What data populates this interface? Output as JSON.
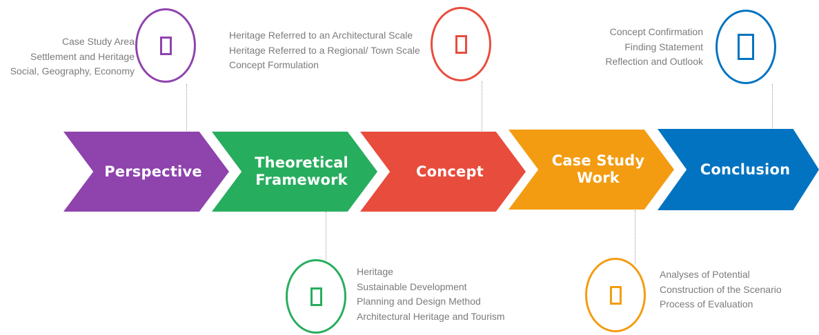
{
  "steps": [
    {
      "label": "Perspective",
      "color": "#8e43ad"
    },
    {
      "label": "Theoretical\nFramework",
      "color": "#27ad5e"
    },
    {
      "label": "Concept",
      "color": "#e84c3d"
    },
    {
      "label": "Case Study\nWork",
      "color": "#f39c11"
    },
    {
      "label": "Conclusion",
      "color": "#0173c1"
    }
  ],
  "notes": {
    "perspective": [
      "Case Study Area",
      "Settlement and Heritage",
      "Social, Geography, Economy"
    ],
    "framework": [
      "Heritage",
      "Sustainable Development",
      "Planning and Design Method",
      "Architectural Heritage and Tourism"
    ],
    "concept": [
      "Heritage Referred to an Architectural Scale",
      "Heritage Referred to a Regional/ Town Scale",
      "Concept Formulation"
    ],
    "case_study": [
      "Analyses of Potential",
      "Construction of the Scenario",
      "Process of Evaluation"
    ],
    "conclusion": [
      "Concept Confirmation",
      "Finding Statement",
      "Reflection and Outlook"
    ]
  },
  "icons": [
    "placeholder-square-icon"
  ]
}
